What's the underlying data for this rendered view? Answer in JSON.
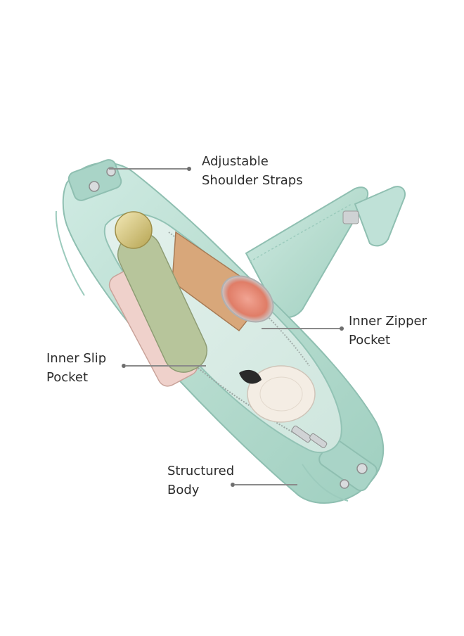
{
  "product": {
    "name": "mint-green-shoulder-bag",
    "colors": {
      "leather": "#b9ddd2",
      "leather_shadow": "#8fbfb1",
      "leather_highlight": "#d6efe8",
      "lining": "#e7f3ef",
      "hardware": "#c9ccce",
      "umbrella": "#b9c59d",
      "umbrella_cap": "#d8cc83",
      "wallet": "#d9a97d",
      "compact": "#e58a73",
      "cream_jar": "#f4ede4",
      "phone": "#efd1cb",
      "callout_text": "#2c2c2c",
      "leader_line": "#8a8a8a"
    }
  },
  "callouts": [
    {
      "id": "strap",
      "lines": [
        "Adjustable",
        "Shoulder Straps"
      ]
    },
    {
      "id": "zipper",
      "lines": [
        "Inner Zipper",
        "Pocket"
      ]
    },
    {
      "id": "slip",
      "lines": [
        "Inner Slip",
        "Pocket"
      ]
    },
    {
      "id": "body",
      "lines": [
        "Structured",
        "Body"
      ]
    }
  ]
}
